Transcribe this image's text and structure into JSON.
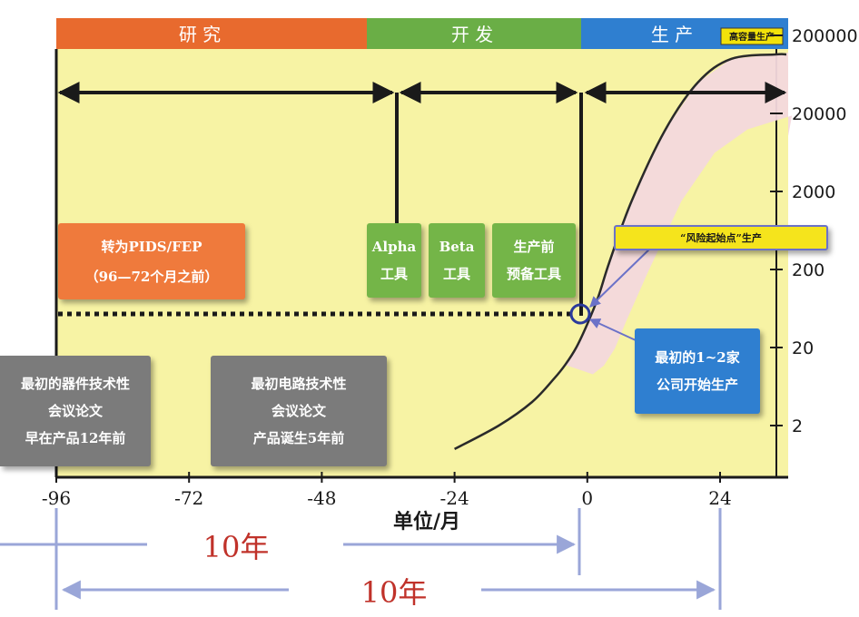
{
  "phases": [
    {
      "label": "研 究",
      "color": "#e86a2e"
    },
    {
      "label": "开 发",
      "color": "#6aae46"
    },
    {
      "label": "生 产",
      "color": "#2f7fd0"
    }
  ],
  "phase_badge": "高容量生产",
  "chart_data": {
    "type": "line",
    "x": [
      -96,
      -72,
      -48,
      -24,
      0,
      24
    ],
    "x_tick_labels": [
      "-96",
      "-72",
      "-48",
      "-24",
      "0",
      "24"
    ],
    "y_tick_labels": [
      "2",
      "20",
      "200",
      "2000",
      "20000",
      "200000"
    ],
    "y_scale": "log",
    "xlabel": "单位/月",
    "title": "",
    "series": [
      {
        "values_x": [
          -24,
          -16,
          -10,
          -6,
          -4,
          -2,
          0,
          2,
          4,
          8,
          14,
          20,
          26,
          34
        ],
        "values_y": [
          1,
          2,
          4,
          8,
          12,
          20,
          40,
          90,
          250,
          1500,
          12000,
          50000,
          100000,
          150000
        ]
      }
    ],
    "grid": false
  },
  "boxes": {
    "pids": [
      "转为PIDS/FEP",
      "（96—72个月之前）"
    ],
    "alpha": [
      "Alpha",
      "工具"
    ],
    "beta": [
      "Beta",
      "工具"
    ],
    "preprod": [
      "生产前",
      "预备工具"
    ],
    "device": [
      "最初的器件技术性",
      "会议论文",
      "早在产品12年前"
    ],
    "circuit": [
      "最初电路技术性",
      "会议论文",
      "产品诞生5年前"
    ],
    "first": [
      "最初的1~2家",
      "公司开始生产"
    ],
    "risk": "“风险起始点”生产"
  },
  "spans": [
    {
      "label": "10年",
      "color": "#c0322a"
    },
    {
      "label": "10年",
      "color": "#c0322a"
    }
  ],
  "colors": {
    "plot_bg": "#f7f3a4",
    "band": "#f3d8dd",
    "arrow_line": "#1a1a1a",
    "span_line": "#9aa6d8"
  }
}
